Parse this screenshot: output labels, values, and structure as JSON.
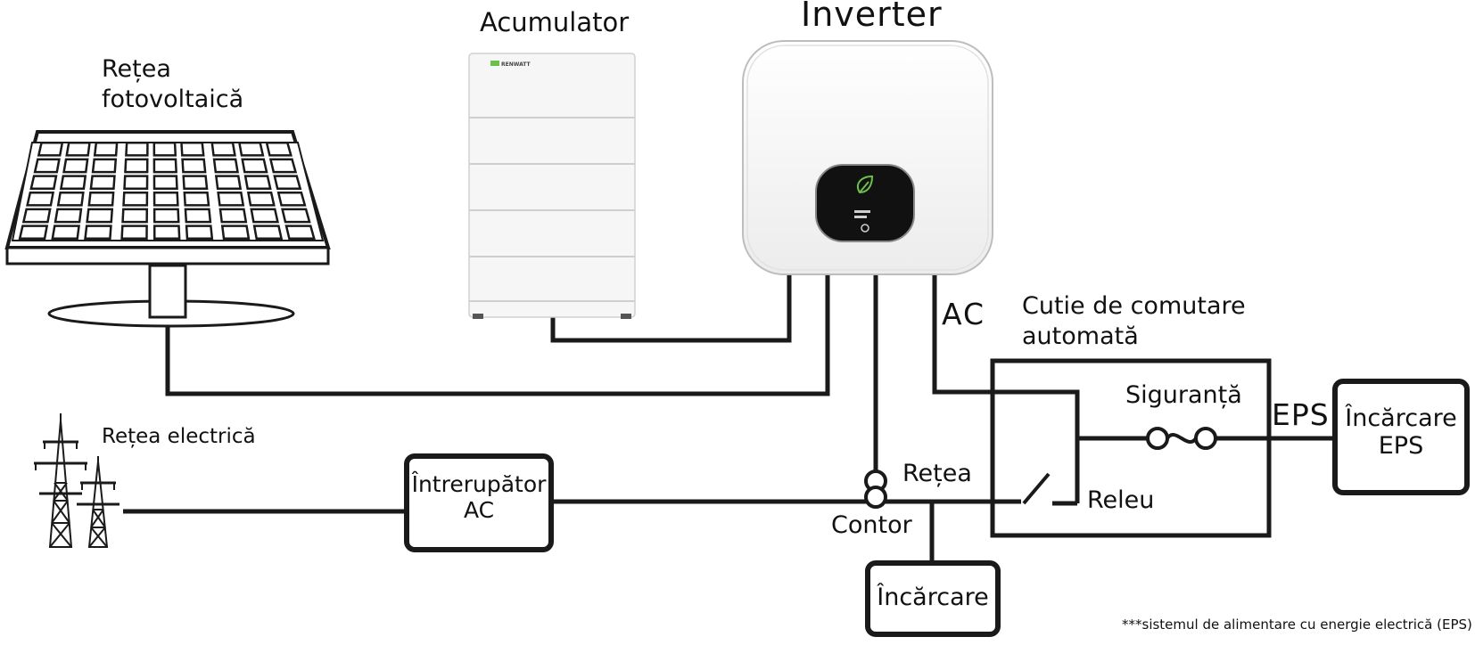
{
  "labels": {
    "pv_line1": "Rețea",
    "pv_line2": "fotovoltaică",
    "battery": "Acumulator",
    "inverter": "Inverter",
    "grid": "Rețea electrică",
    "ac_breaker_line1": "Întrerupător",
    "ac_breaker_line2": "AC",
    "ac": "AC",
    "ats_line1": "Cutie de comutare",
    "ats_line2": "automată",
    "fuse": "Siguranță",
    "eps": "EPS",
    "eps_load_line1": "Încărcare",
    "eps_load_line2": "EPS",
    "grid_line": "Rețea",
    "relay": "Releu",
    "meter": "Contor",
    "load": "Încărcare",
    "battery_brand": "RENWATT",
    "footnote": "***sistemul de alimentare cu energie electrică (EPS)"
  },
  "colors": {
    "line": "#1a1a1a",
    "inverter_body": "#f4f4f4",
    "battery_body": "#f6f6f6",
    "display": "#111111",
    "leaf": "#6cc04a"
  }
}
